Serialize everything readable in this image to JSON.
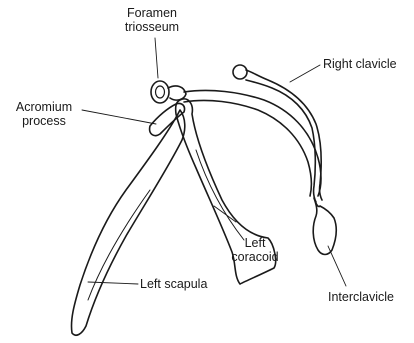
{
  "labels": {
    "foramen": [
      "Foramen",
      "triosseum"
    ],
    "acromium": [
      "Acromium",
      "process"
    ],
    "right_clavicle": "Right clavicle",
    "left_coracoid": [
      "Left",
      "coracoid"
    ],
    "left_scapula": "Left scapula",
    "interclavicle": "Interclavicle"
  }
}
